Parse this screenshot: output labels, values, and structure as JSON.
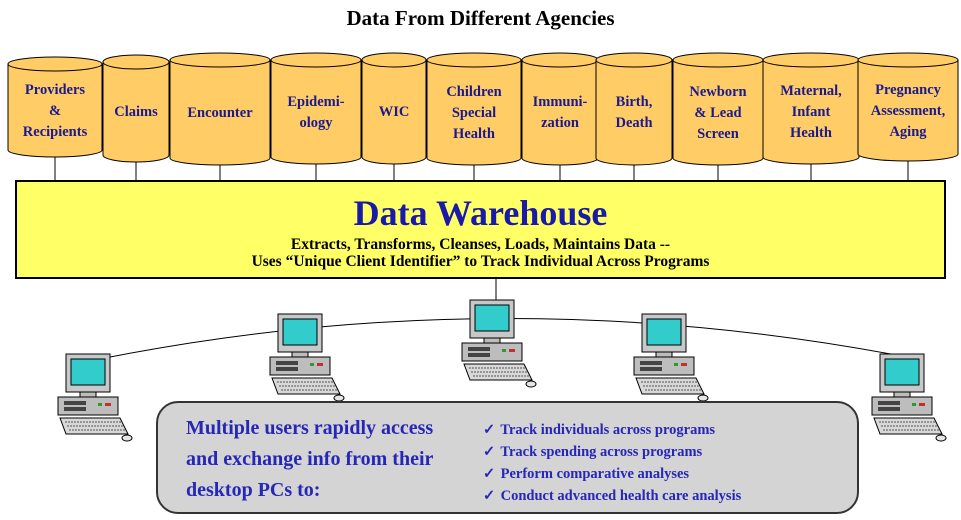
{
  "title": "Data From Different Agencies",
  "agencies": [
    {
      "label": "Providers\n&\nRecipients"
    },
    {
      "label": "Claims"
    },
    {
      "label": "Encounter"
    },
    {
      "label": "Epidemi-\nology"
    },
    {
      "label": "WIC"
    },
    {
      "label": "Children\nSpecial\nHealth"
    },
    {
      "label": "Immuni-\nzation"
    },
    {
      "label": "Birth,\nDeath"
    },
    {
      "label": "Newborn\n& Lead\nScreen"
    },
    {
      "label": "Maternal,\nInfant\nHealth"
    },
    {
      "label": "Pregnancy\nAssessment,\nAging"
    }
  ],
  "warehouse": {
    "title": "Data Warehouse",
    "line1": "Extracts, Transforms, Cleanses, Loads, Maintains Data --",
    "line2": "Uses “Unique Client Identifier” to Track Individual Across Programs"
  },
  "info": {
    "left_text": "Multiple users rapidly access and exchange info from their desktop PCs to:",
    "check_icon": "✓",
    "bullets": [
      "Track individuals across programs",
      "Track spending across programs",
      "Perform comparative analyses",
      "Conduct advanced health care analysis"
    ]
  },
  "colors": {
    "cylinder": "#ffcc66",
    "warehouse": "#ffff66",
    "text_blue": "#1a1aa8",
    "monitor_screen": "#33cccc",
    "panel": "#d4d4d4"
  },
  "icons": {
    "computer": "desktop-computer-icon",
    "check": "checkmark-icon",
    "database": "cylinder-database-icon"
  }
}
